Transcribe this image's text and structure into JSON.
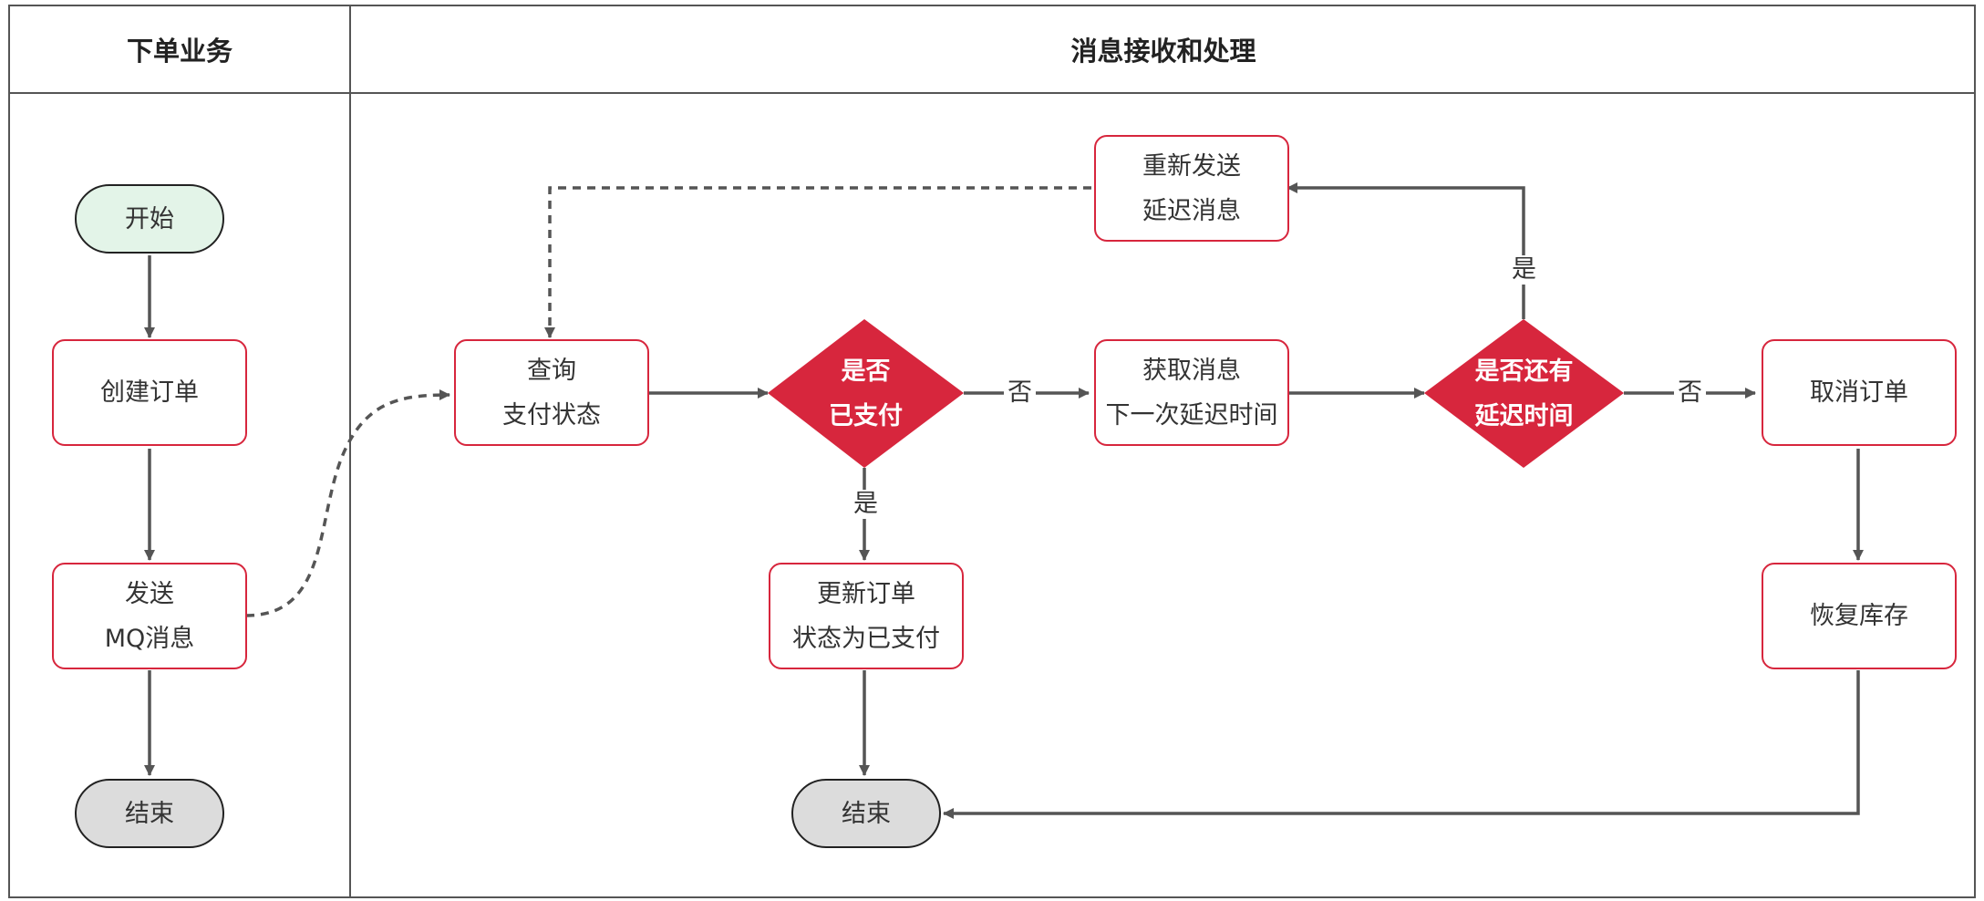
{
  "lanes": {
    "left_title": "下单业务",
    "right_title": "消息接收和处理"
  },
  "nodes": {
    "start": "开始",
    "create_order": "创建订单",
    "send_mq": [
      "发送",
      "MQ消息"
    ],
    "end_left": "结束",
    "query_status": [
      "查询",
      "支付状态"
    ],
    "is_paid": [
      "是否",
      "已支付"
    ],
    "get_next_delay": [
      "获取消息",
      "下一次延迟时间"
    ],
    "resend_delay": [
      "重新发送",
      "延迟消息"
    ],
    "has_more_delay": [
      "是否还有",
      "延迟时间"
    ],
    "cancel_order": "取消订单",
    "update_paid": [
      "更新订单",
      "状态为已支付"
    ],
    "restore_stock": "恢复库存",
    "end_right": "结束"
  },
  "edge_labels": {
    "paid_no": "否",
    "paid_yes": "是",
    "more_yes": "是",
    "more_no": "否"
  },
  "colors": {
    "accent_red": "#d7263d",
    "start_fill": "#e3f4e8",
    "end_fill": "#dcdcdc",
    "arrow": "#555555"
  }
}
